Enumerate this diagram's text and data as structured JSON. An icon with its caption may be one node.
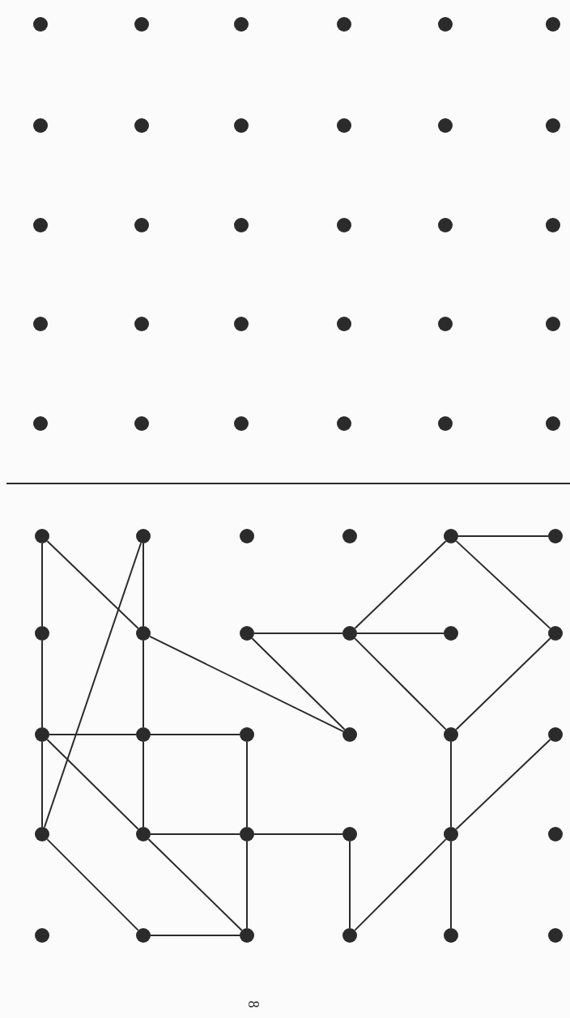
{
  "diagram": {
    "nodes": [
      {
        "text": [],
        "shape": "circle"
      },
      {
        "text": [],
        "shape": "circle"
      },
      {
        "text": [],
        "shape": "circle"
      },
      {
        "text": [],
        "shape": "circle"
      },
      {
        "text": [],
        "shape": "circle"
      },
      {
        "text": [],
        "shape": "circle"
      },
      {
        "text": [],
        "shape": "circle"
      },
      {
        "text": [],
        "shape": "circle"
      },
      {
        "text": [],
        "shape": "circle"
      },
      {
        "text": [],
        "shape": "circle"
      },
      {
        "text": [],
        "shape": "circle"
      },
      {
        "text": [],
        "shape": "circle"
      },
      {
        "text": [],
        "shape": "circle"
      },
      {
        "text": [],
        "shape": "circle"
      },
      {
        "text": [],
        "shape": "circle"
      },
      {
        "text": [],
        "shape": "circle"
      },
      {
        "text": [],
        "shape": "circle"
      },
      {
        "text": [],
        "shape": "circle"
      },
      {
        "text": [],
        "shape": "circle"
      },
      {
        "text": [],
        "shape": "circle"
      },
      {
        "text": [],
        "shape": "circle"
      },
      {
        "text": [],
        "shape": "circle"
      },
      {
        "text": [],
        "shape": "circle"
      },
      {
        "text": [],
        "shape": "circle"
      },
      {
        "text": [],
        "shape": "circle"
      },
      {
        "text": [],
        "shape": "circle"
      },
      {
        "text": [],
        "shape": "circle"
      },
      {
        "text": [],
        "shape": "circle"
      },
      {
        "text": [],
        "shape": "circle"
      },
      {
        "text": [],
        "shape": "circle"
      },
      {
        "text": [],
        "shape": "circle"
      },
      {
        "text": [],
        "shape": "circle"
      },
      {
        "text": [],
        "shape": "circle"
      },
      {
        "text": [],
        "shape": "circle"
      },
      {
        "text": [],
        "shape": "circle"
      },
      {
        "text": [],
        "shape": "circle"
      },
      {
        "text": [],
        "shape": "circle"
      },
      {
        "text": [],
        "shape": "circle"
      },
      {
        "text": [],
        "shape": "circle"
      },
      {
        "text": [],
        "shape": "circle"
      },
      {
        "text": [],
        "shape": "circle"
      },
      {
        "text": [],
        "shape": "circle"
      },
      {
        "text": [],
        "shape": "circle"
      },
      {
        "text": [],
        "shape": "circle"
      },
      {
        "text": [],
        "shape": "circle"
      },
      {
        "text": [],
        "shape": "circle"
      },
      {
        "text": [],
        "shape": "circle"
      },
      {
        "text": [],
        "shape": "circle"
      },
      {
        "text": [],
        "shape": "circle"
      },
      {
        "text": [],
        "shape": "circle"
      },
      {
        "text": [],
        "shape": "circle"
      },
      {
        "text": [],
        "shape": "circle"
      },
      {
        "text": [],
        "shape": "circle"
      },
      {
        "text": [],
        "shape": "circle"
      },
      {
        "text": [],
        "shape": "circle"
      },
      {
        "text": [],
        "shape": "circle"
      },
      {
        "text": [],
        "shape": "circle"
      },
      {
        "text": [],
        "shape": "circle"
      },
      {
        "text": [],
        "shape": "circle"
      },
      {
        "text": [],
        "shape": "circle"
      }
    ],
    "edges": [
      {
        "from": 30,
        "to": 36,
        "arrow": "none"
      },
      {
        "from": 36,
        "to": 42,
        "arrow": "none"
      },
      {
        "from": 42,
        "to": 48,
        "arrow": "none"
      },
      {
        "from": 30,
        "to": 37,
        "arrow": "none"
      },
      {
        "from": 31,
        "to": 37,
        "arrow": "none"
      },
      {
        "from": 37,
        "to": 43,
        "arrow": "none"
      },
      {
        "from": 43,
        "to": 49,
        "arrow": "none"
      },
      {
        "from": 31,
        "to": 48,
        "arrow": "none"
      },
      {
        "from": 37,
        "to": 45,
        "arrow": "none"
      },
      {
        "from": 38,
        "to": 39,
        "arrow": "none"
      },
      {
        "from": 38,
        "to": 45,
        "arrow": "none"
      },
      {
        "from": 39,
        "to": 40,
        "arrow": "none"
      },
      {
        "from": 39,
        "to": 34,
        "arrow": "none"
      },
      {
        "from": 34,
        "to": 35,
        "arrow": "none"
      },
      {
        "from": 34,
        "to": 41,
        "arrow": "none"
      },
      {
        "from": 39,
        "to": 46,
        "arrow": "none"
      },
      {
        "from": 41,
        "to": 46,
        "arrow": "none"
      },
      {
        "from": 46,
        "to": 52,
        "arrow": "none"
      },
      {
        "from": 52,
        "to": 58,
        "arrow": "none"
      },
      {
        "from": 47,
        "to": 52,
        "arrow": "none"
      },
      {
        "from": 52,
        "to": 57,
        "arrow": "none"
      },
      {
        "from": 51,
        "to": 57,
        "arrow": "none"
      },
      {
        "from": 42,
        "to": 43,
        "arrow": "none"
      },
      {
        "from": 43,
        "to": 44,
        "arrow": "none"
      },
      {
        "from": 44,
        "to": 50,
        "arrow": "none"
      },
      {
        "from": 42,
        "to": 49,
        "arrow": "none"
      },
      {
        "from": 49,
        "to": 56,
        "arrow": "none"
      },
      {
        "from": 48,
        "to": 55,
        "arrow": "none"
      },
      {
        "from": 55,
        "to": 56,
        "arrow": "none"
      },
      {
        "from": 50,
        "to": 56,
        "arrow": "none"
      },
      {
        "from": 49,
        "to": 50,
        "arrow": "none"
      },
      {
        "from": 50,
        "to": 51,
        "arrow": "none"
      }
    ],
    "labels": [
      "8"
    ]
  }
}
